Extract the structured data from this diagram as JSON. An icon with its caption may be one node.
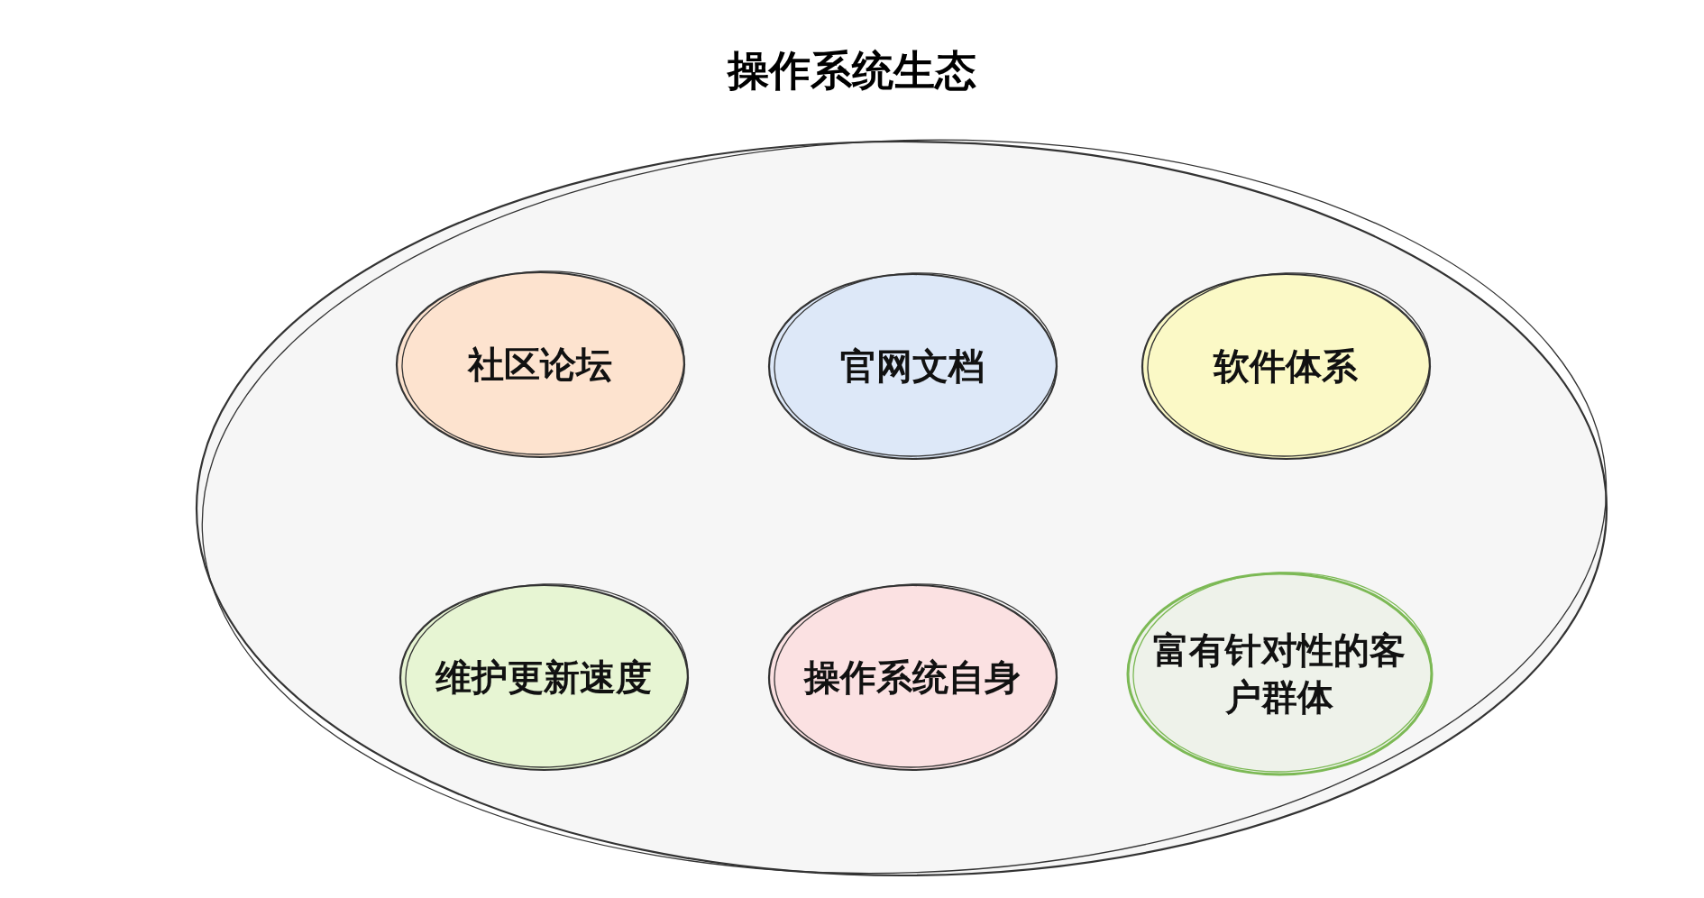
{
  "diagram": {
    "title": "操作系统生态",
    "nodes": [
      {
        "text": [],
        "shape": "ellipse"
      },
      {
        "text": [
          "社区论坛"
        ],
        "in": 0
      },
      {
        "text": [
          "官网文档"
        ],
        "in": 0
      },
      {
        "text": [
          "软件体系"
        ],
        "in": 0
      },
      {
        "text": [
          "维护更新速度"
        ],
        "in": 0
      },
      {
        "text": [
          "操作系统自身"
        ],
        "in": 0
      },
      {
        "text": [
          "富有针对性的客户群体"
        ],
        "in": 0
      }
    ]
  }
}
